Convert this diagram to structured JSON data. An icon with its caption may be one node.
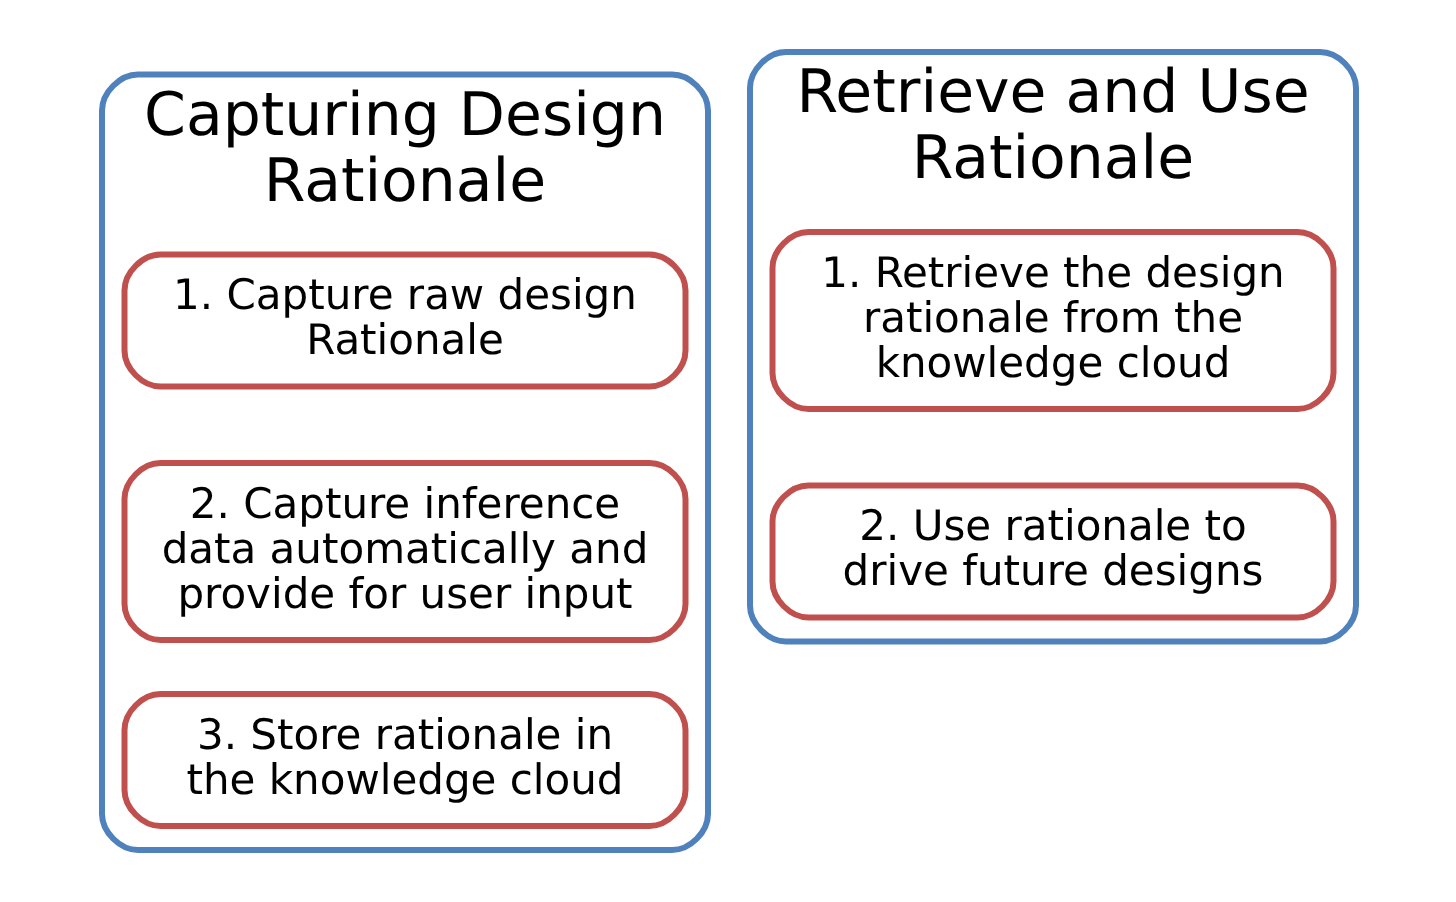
{
  "diagram": {
    "nodes": [
      {
        "text": [
          "Capturing Design Rationale"
        ]
      },
      {
        "text": [
          "1. Capture raw design Rationale"
        ],
        "in": 0
      },
      {
        "text": [
          "2. Capture inference data automatically and provide for user input"
        ],
        "in": 0
      },
      {
        "text": [
          "3. Store rationale in the knowledge cloud"
        ],
        "in": 0
      },
      {
        "text": [
          "Retrieve and Use Rationale"
        ]
      },
      {
        "text": [
          "1. Retrieve the design rationale from the knowledge cloud"
        ],
        "in": 4
      },
      {
        "text": [
          "2. Use rationale to drive future designs"
        ],
        "in": 4
      }
    ],
    "edges": []
  }
}
